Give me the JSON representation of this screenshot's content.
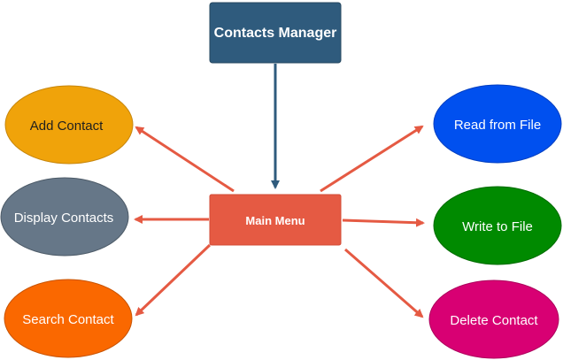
{
  "diagram": {
    "title_node": {
      "label": "Contacts Manager",
      "color": "#2f5b7d"
    },
    "main_node": {
      "label": "Main Menu",
      "color": "#e55a43"
    },
    "left_nodes": [
      {
        "label": "Add Contact",
        "color": "#f0a30a",
        "text_color": "#1f1f1f"
      },
      {
        "label": "Display Contacts",
        "color": "#667788",
        "text_color": "#ffffff"
      },
      {
        "label": "Search Contact",
        "color": "#fa6800",
        "text_color": "#ffffff"
      }
    ],
    "right_nodes": [
      {
        "label": "Read from File",
        "color": "#0050ef",
        "text_color": "#ffffff"
      },
      {
        "label": "Write to File",
        "color": "#008a00",
        "text_color": "#ffffff"
      },
      {
        "label": "Delete Contact",
        "color": "#d80073",
        "text_color": "#ffffff"
      }
    ],
    "arrow_colors": {
      "title_to_main": "#2f5b7d",
      "main_to_options": "#e55a43"
    }
  }
}
